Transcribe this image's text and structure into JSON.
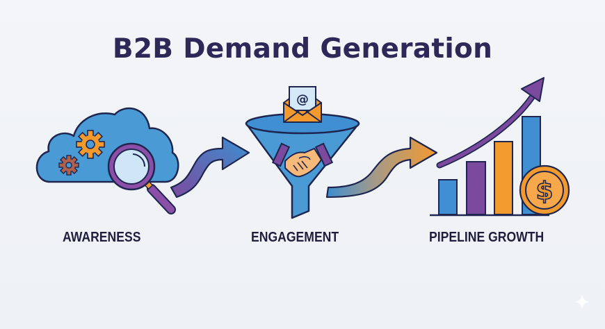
{
  "header": {
    "title": "B2B Demand Generation"
  },
  "stages": [
    {
      "label": "AWARENESS",
      "icon": "cloud-gears-magnifier-icon"
    },
    {
      "label": "ENGAGEMENT",
      "icon": "funnel-email-handshake-icon"
    },
    {
      "label": "PIPELINE GROWTH",
      "icon": "bar-chart-growth-coin-icon"
    }
  ],
  "connectors": [
    {
      "icon": "curved-arrow-right-icon",
      "from": "AWARENESS",
      "to": "ENGAGEMENT",
      "gradient": [
        "#7b4a9e",
        "#3d8fd0"
      ]
    },
    {
      "icon": "curved-arrow-right-icon",
      "from": "ENGAGEMENT",
      "to": "PIPELINE GROWTH",
      "gradient": [
        "#3d8fd0",
        "#f39a2e"
      ]
    }
  ],
  "email_icon": {
    "symbol": "@"
  },
  "coin_icon": {
    "symbol": "$"
  },
  "chart_bars": {
    "values": [
      1,
      1.7,
      2.4,
      3.3
    ],
    "colors": [
      "#3f8fd2",
      "#7b4a9e",
      "#f39a2e",
      "#3f8fd2"
    ]
  },
  "colors": {
    "title": "#2c2857",
    "label": "#1f1f3d",
    "blue": "#3f8fd2",
    "purple": "#7b4a9e",
    "orange": "#f39a2e",
    "outline": "#1e2650",
    "background": "#f1f4f7"
  }
}
